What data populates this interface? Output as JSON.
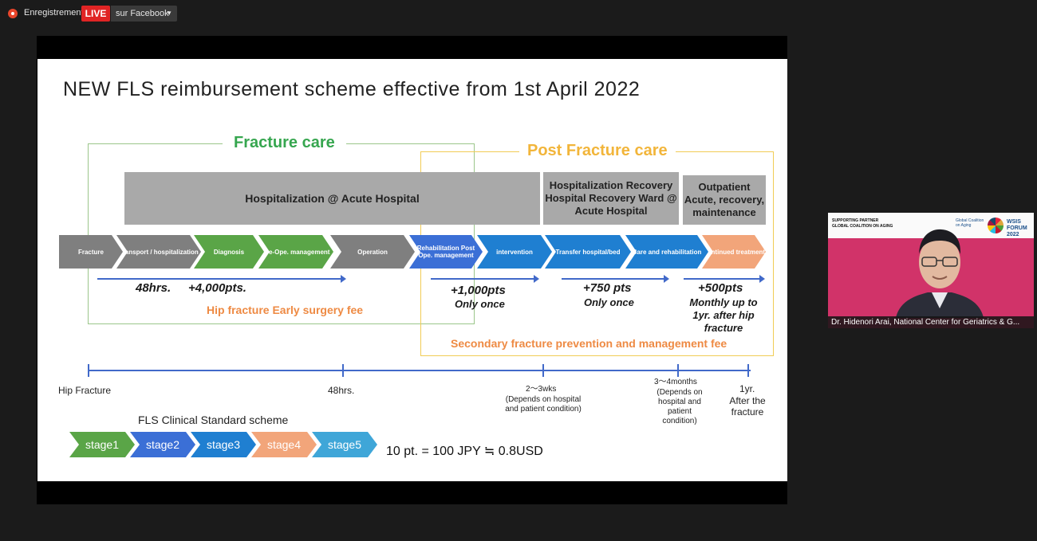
{
  "topbar": {
    "record_label": "Enregistrement",
    "live_badge": "LIVE",
    "live_destination": "sur Facebook",
    "record_icon": "record-icon",
    "dropdown_icon": "chevron-down-icon"
  },
  "slide": {
    "title": "NEW FLS reimbursement scheme effective from 1st April 2022",
    "fracture_care_title": "Fracture care",
    "post_fracture_care_title": "Post Fracture care",
    "hosp_acute": "Hospitalization @ Acute Hospital",
    "hosp_recovery": "Hospitalization Recovery Hospital Recovery Ward @ Acute Hospital",
    "outpatient": "Outpatient Acute, recovery, maintenance",
    "chevrons": [
      {
        "label": "Fracture",
        "color": "#7f7f7f"
      },
      {
        "label": "Transport / hospitalization",
        "color": "#7f7f7f"
      },
      {
        "label": "Diagnosis",
        "color": "#5aa547"
      },
      {
        "label": "Pre-Ope. management",
        "color": "#5aa547"
      },
      {
        "label": "Operation",
        "color": "#7f7f7f"
      },
      {
        "label": "Rehabilitation Post Ope. management",
        "color": "#3b6fd6"
      },
      {
        "label": "intervention",
        "color": "#1f7fd1"
      },
      {
        "label": "Transfer hospital/bed",
        "color": "#1f7fd1"
      },
      {
        "label": "Care and rehabilitation",
        "color": "#1f7fd1"
      },
      {
        "label": "Continued treatment",
        "color": "#f2a57a"
      }
    ],
    "pts_48": "48hrs.",
    "pts_4000": "+4,000pts.",
    "pts_1000": "+1,000pts",
    "pts_1000_note": "Only once",
    "pts_750": "+750 pts",
    "pts_750_note": "Only once",
    "pts_500": "+500pts",
    "pts_500_note": "Monthly up to 1yr. after hip fracture",
    "early_surgery_fee": "Hip fracture Early surgery fee",
    "secondary_fee": "Secondary fracture prevention and management fee",
    "timeline": {
      "hip_fracture": "Hip Fracture",
      "hrs48": "48hrs.",
      "wks": "2～3wks",
      "wks_note": "(Depends on hospital and patient condition)",
      "months": "3～4months",
      "months_note": "(Depends on hospital and patient condition)",
      "yr": "1yr.",
      "yr_note": "After the fracture"
    },
    "scheme_title": "FLS Clinical Standard scheme",
    "stages": [
      {
        "label": "stage1",
        "color": "#5aa547"
      },
      {
        "label": "stage2",
        "color": "#3b6fd6"
      },
      {
        "label": "stage3",
        "color": "#1f7fd1"
      },
      {
        "label": "stage4",
        "color": "#f2a57a"
      },
      {
        "label": "stage5",
        "color": "#3fa6d8"
      }
    ],
    "exchange": "10 pt. = 100 JPY ≒ 0.8USD"
  },
  "video": {
    "partner_line1": "SUPPORTING PARTNER",
    "partner_line2": "GLOBAL COALITION ON AGING",
    "gc_logo": "Global Coalition on Aging",
    "wsis_logo": "WSIS FORUM 2022",
    "speaker_name": "Dr. Hidenori Arai, National Center for Geriatrics & G..."
  }
}
